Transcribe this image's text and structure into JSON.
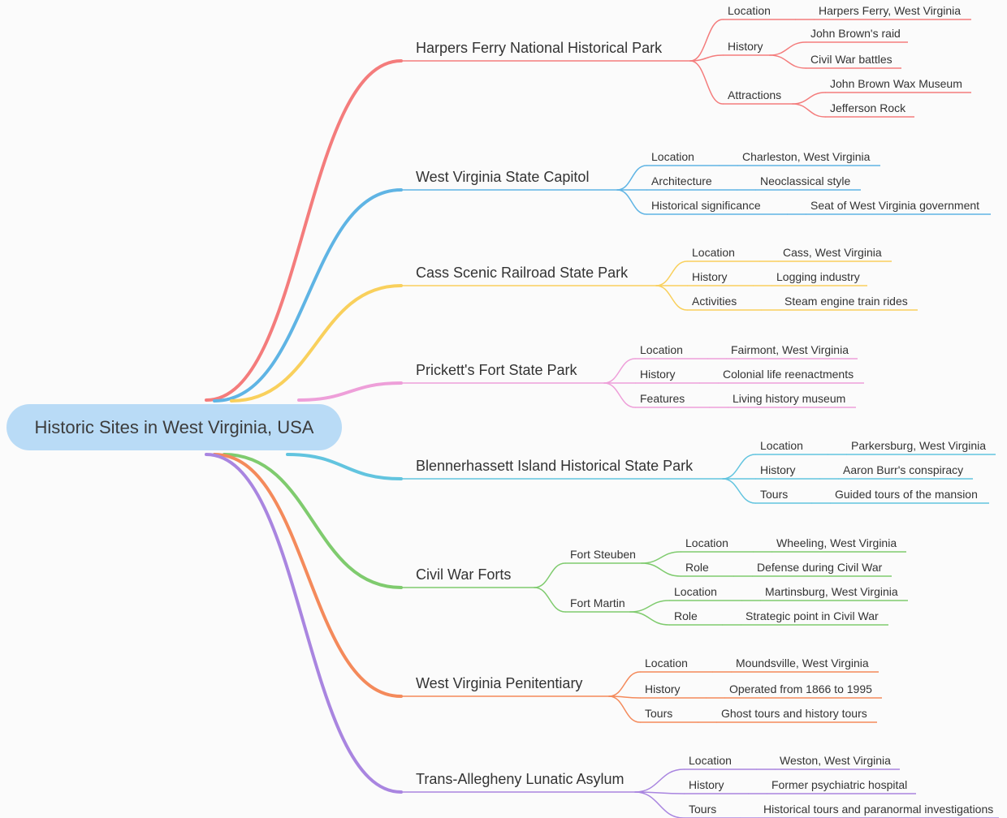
{
  "root": {
    "label": "Historic Sites in West Virginia, USA",
    "color": "#b9dbf6"
  },
  "branches": [
    {
      "label": "Harpers Ferry National Historical Park",
      "color": "#f47c7c",
      "children": [
        {
          "label": "Location",
          "children": [
            {
              "label": "Harpers Ferry, West Virginia"
            }
          ]
        },
        {
          "label": "History",
          "children": [
            {
              "label": "John Brown's raid"
            },
            {
              "label": "Civil War battles"
            }
          ]
        },
        {
          "label": "Attractions",
          "children": [
            {
              "label": "John Brown Wax Museum"
            },
            {
              "label": "Jefferson Rock"
            }
          ]
        }
      ]
    },
    {
      "label": "West Virginia State Capitol",
      "color": "#5fb4e4",
      "children": [
        {
          "label": "Location",
          "children": [
            {
              "label": "Charleston, West Virginia"
            }
          ]
        },
        {
          "label": "Architecture",
          "children": [
            {
              "label": "Neoclassical style"
            }
          ]
        },
        {
          "label": "Historical significance",
          "children": [
            {
              "label": "Seat of West Virginia government"
            }
          ]
        }
      ]
    },
    {
      "label": "Cass Scenic Railroad State Park",
      "color": "#f9d05c",
      "children": [
        {
          "label": "Location",
          "children": [
            {
              "label": "Cass, West Virginia"
            }
          ]
        },
        {
          "label": "History",
          "children": [
            {
              "label": "Logging industry"
            }
          ]
        },
        {
          "label": "Activities",
          "children": [
            {
              "label": "Steam engine train rides"
            }
          ]
        }
      ]
    },
    {
      "label": "Prickett's Fort State Park",
      "color": "#ee9fd9",
      "children": [
        {
          "label": "Location",
          "children": [
            {
              "label": "Fairmont, West Virginia"
            }
          ]
        },
        {
          "label": "History",
          "children": [
            {
              "label": "Colonial life reenactments"
            }
          ]
        },
        {
          "label": "Features",
          "children": [
            {
              "label": "Living history museum"
            }
          ]
        }
      ]
    },
    {
      "label": "Blennerhassett Island Historical State Park",
      "color": "#62c4df",
      "children": [
        {
          "label": "Location",
          "children": [
            {
              "label": "Parkersburg, West Virginia"
            }
          ]
        },
        {
          "label": "History",
          "children": [
            {
              "label": "Aaron Burr's conspiracy"
            }
          ]
        },
        {
          "label": "Tours",
          "children": [
            {
              "label": "Guided tours of the mansion"
            }
          ]
        }
      ]
    },
    {
      "label": "Civil War Forts",
      "color": "#7fcb6e",
      "children": [
        {
          "label": "Fort Steuben",
          "children": [
            {
              "label": "Location",
              "children": [
                {
                  "label": "Wheeling, West Virginia"
                }
              ]
            },
            {
              "label": "Role",
              "children": [
                {
                  "label": "Defense during Civil War"
                }
              ]
            }
          ]
        },
        {
          "label": "Fort Martin",
          "children": [
            {
              "label": "Location",
              "children": [
                {
                  "label": "Martinsburg, West Virginia"
                }
              ]
            },
            {
              "label": "Role",
              "children": [
                {
                  "label": "Strategic point in Civil War"
                }
              ]
            }
          ]
        }
      ]
    },
    {
      "label": "West Virginia Penitentiary",
      "color": "#f48a5b",
      "children": [
        {
          "label": "Location",
          "children": [
            {
              "label": "Moundsville, West Virginia"
            }
          ]
        },
        {
          "label": "History",
          "children": [
            {
              "label": "Operated from 1866 to 1995"
            }
          ]
        },
        {
          "label": "Tours",
          "children": [
            {
              "label": "Ghost tours and history tours"
            }
          ]
        }
      ]
    },
    {
      "label": "Trans-Allegheny Lunatic Asylum",
      "color": "#a985e0",
      "children": [
        {
          "label": "Location",
          "children": [
            {
              "label": "Weston, West Virginia"
            }
          ]
        },
        {
          "label": "History",
          "children": [
            {
              "label": "Former psychiatric hospital"
            }
          ]
        },
        {
          "label": "Tours",
          "children": [
            {
              "label": "Historical tours and paranormal investigations"
            }
          ]
        }
      ]
    }
  ]
}
